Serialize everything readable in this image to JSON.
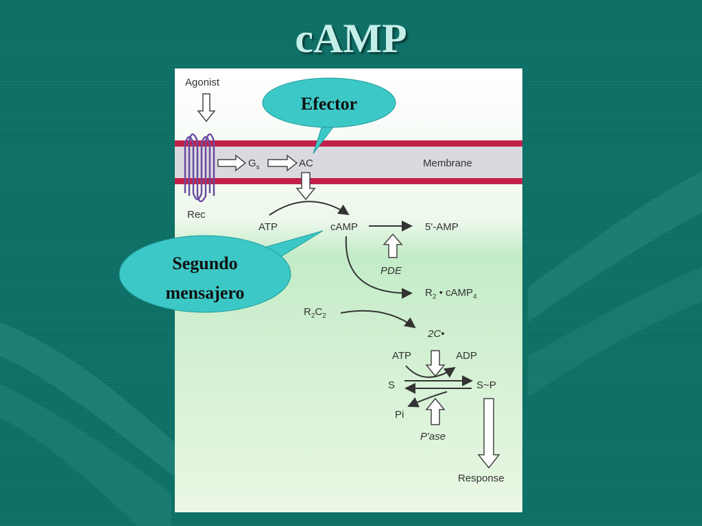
{
  "slide": {
    "title": "cAMP"
  },
  "diagram": {
    "agonist": "Agonist",
    "receptor": "Rec",
    "gs": "G",
    "gs_sub": "s",
    "ac": "AC",
    "membrane": "Membrane",
    "atp_top": "ATP",
    "camp": "cAMP",
    "five_amp": "5'-AMP",
    "pde": "PDE",
    "r2_camp4": "R",
    "r2_camp4_sub": "2",
    "r2_camp4_rest": " • cAMP",
    "r2_camp4_sub2": "4",
    "r2c2_r": "R",
    "r2c2_sub1": "2",
    "r2c2_c": "C",
    "r2c2_sub2": "2",
    "two_c": "2C•",
    "atp_bottom": "ATP",
    "adp": "ADP",
    "s": "S",
    "s_p": "S~P",
    "pi": "Pi",
    "pase": "P'ase",
    "response": "Response"
  },
  "callouts": {
    "efector": "Efector",
    "segundo_line1": "Segundo",
    "segundo_line2": "mensajero"
  },
  "colors": {
    "background": "#0d6f66",
    "membrane_band": "#d9d9df",
    "membrane_line": "#c2204a",
    "receptor": "#6a4aa0",
    "callout_fill": "#3cc8c6",
    "panel_bottom": "#d8f0d2"
  }
}
